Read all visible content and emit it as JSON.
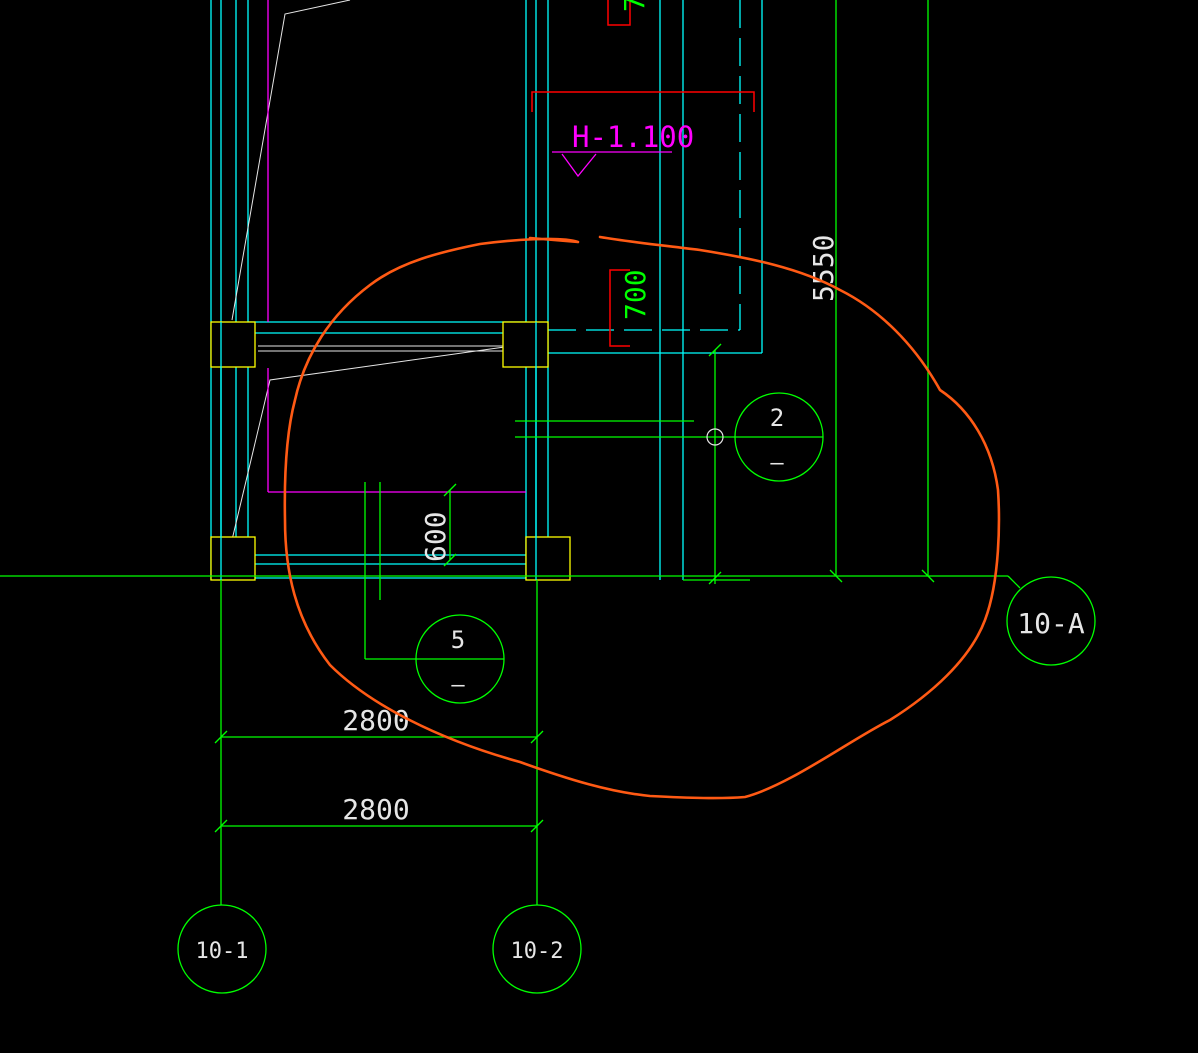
{
  "colors": {
    "background": "#000000",
    "grid_line": "#00ff00",
    "wall": "#00ffff",
    "column": "#ffff00",
    "magenta": "#ff00ff",
    "red": "#ff0000",
    "white": "#e6e6e6",
    "markup": "#ff5a14"
  },
  "labels": {
    "elevation": "H-1.100",
    "dim_700": "700",
    "dim_600": "600",
    "dim_5550": "5550",
    "dim_2800_top": "2800",
    "dim_2800_bottom": "2800",
    "partial_top_dim": "7"
  },
  "callouts": {
    "detail_2_top": "2",
    "detail_2_bottom": "–",
    "detail_5_top": "5",
    "detail_5_bottom": "–"
  },
  "axes": {
    "axis_10_A": "10-A",
    "axis_10_1": "10-1",
    "axis_10_2": "10-2"
  }
}
